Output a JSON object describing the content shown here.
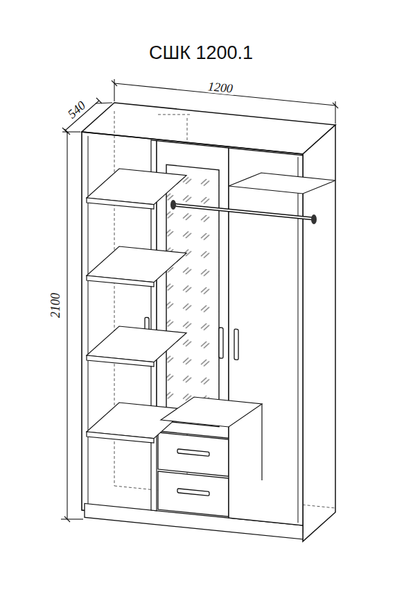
{
  "diagram": {
    "title": "СШК 1200.1",
    "labels": [
      "1200",
      "540",
      "2100"
    ]
  }
}
